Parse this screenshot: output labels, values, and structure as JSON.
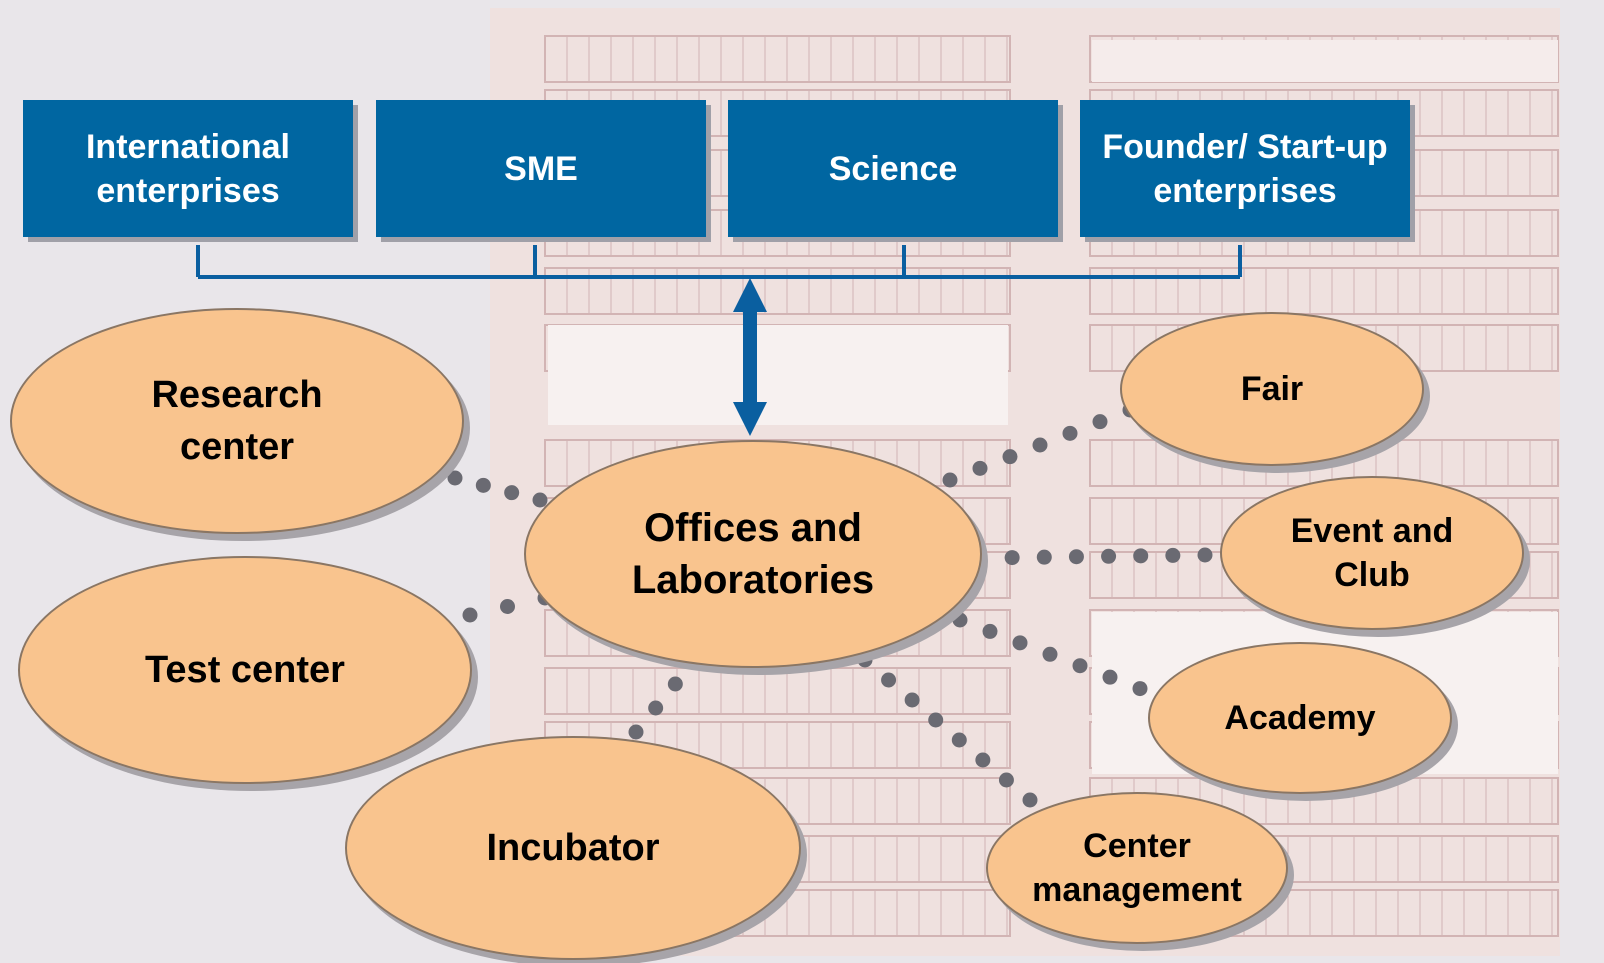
{
  "colors": {
    "background": "#e9e6ea",
    "box_fill": "#0066a1",
    "box_text": "#ffffff",
    "oval_fill": "#f9c48e",
    "connector": "#0a5fa0",
    "dots": "#6a6a72"
  },
  "top_boxes": [
    {
      "label": "International\nenterprises"
    },
    {
      "label": "SME"
    },
    {
      "label": "Science"
    },
    {
      "label": "Founder/ Start-up\nenterprises"
    }
  ],
  "hub": {
    "label": "Offices and\nLaboratories"
  },
  "left_nodes": [
    {
      "label": "Research\ncenter"
    },
    {
      "label": "Test center"
    },
    {
      "label": "Incubator"
    }
  ],
  "right_nodes": [
    {
      "label": "Fair"
    },
    {
      "label": "Event and\nClub"
    },
    {
      "label": "Academy"
    },
    {
      "label": "Center\nmanagement"
    }
  ]
}
